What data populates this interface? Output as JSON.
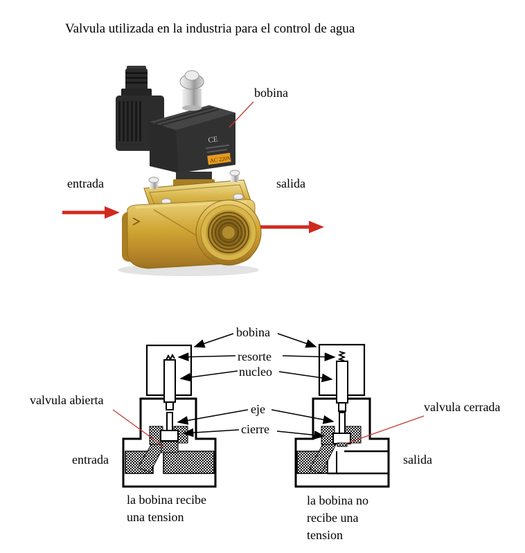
{
  "colors": {
    "background": "#ffffff",
    "annotation_red": "#d02a1e",
    "diagram_line_black": "#000000",
    "brass_body": "#c9a13b",
    "coil_housing_black": "#2e2e2e",
    "voltage_sticker_orange": "#e69b1f"
  },
  "title": "Valvula utilizada en la industria para el control de agua",
  "photo": {
    "coil_label": "bobina",
    "inlet_label": "entrada",
    "outlet_label": "salida",
    "coil_ce_marking": "CE",
    "coil_voltage_sticker": "AC 220V"
  },
  "schematic": {
    "part_labels": {
      "coil": "bobina",
      "spring": "resorte",
      "core": "nucleo",
      "shaft": "eje",
      "seal": "cierre"
    },
    "open_valve": {
      "state_label": "valvula abierta",
      "port_label": "entrada",
      "caption_lines": [
        "la bobina recibe",
        "una tension"
      ]
    },
    "closed_valve": {
      "state_label": "valvula cerrada",
      "port_label": "salida",
      "caption_lines": [
        "la bobina no",
        "recibe una",
        "tension"
      ]
    }
  }
}
